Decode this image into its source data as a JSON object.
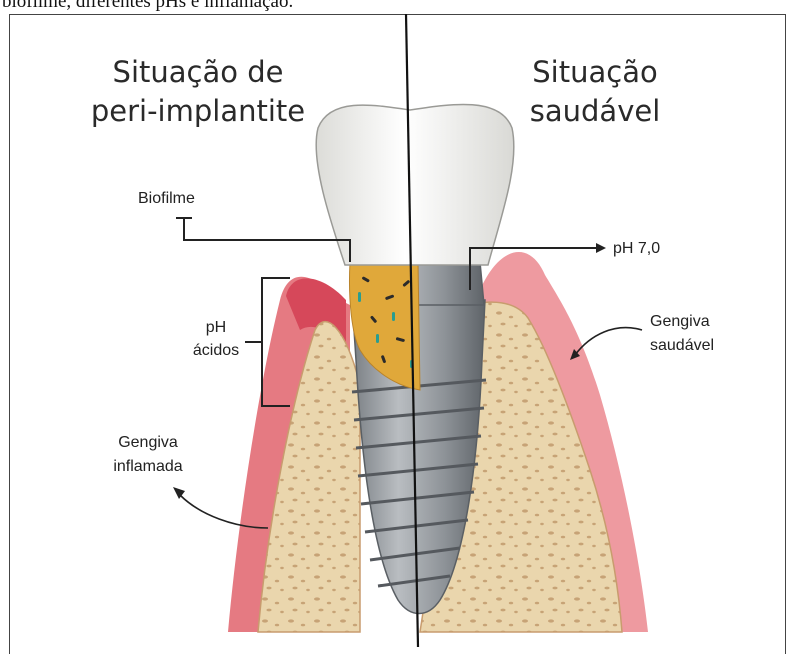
{
  "caption": "biofilme, diferentes pHs e inflamação.",
  "titles": {
    "left_line1": "Situação de",
    "left_line2": "peri-implantite",
    "right_line1": "Situação",
    "right_line2": "saudável"
  },
  "labels": {
    "biofilm": "Biofilme",
    "ph_line1": "pH",
    "ph_line2": "ácidos",
    "ph_value": "pH 7,0",
    "inflamed_line1": "Gengiva",
    "inflamed_line2": "inflamada",
    "healthy_line1": "Gengiva",
    "healthy_line2": "saudável"
  },
  "colors": {
    "gum": "#e57a82",
    "gum_dark": "#d14a58",
    "bone": "#e8d2a6",
    "bone_speckle": "#c9a77a",
    "implant": "#9a9ea3",
    "implant_dark": "#6f7479",
    "crown": "#f3f3f1",
    "biofilm": "#e0a83a"
  }
}
